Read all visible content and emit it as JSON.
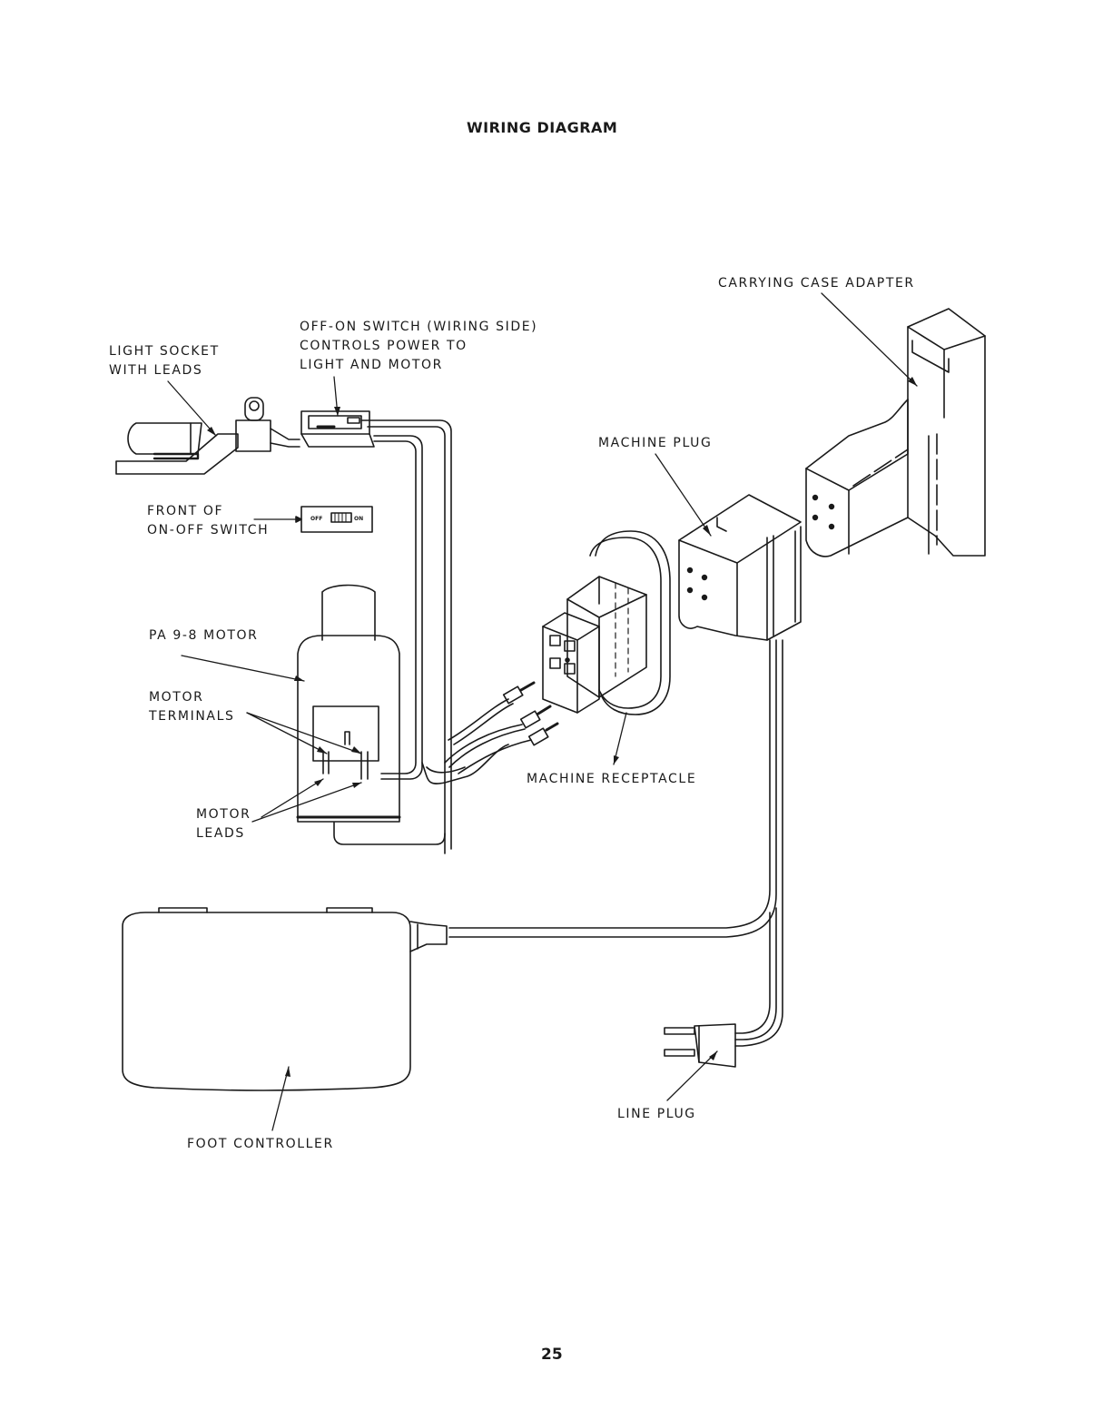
{
  "title": "WIRING DIAGRAM",
  "page_number": "25",
  "switch_face": {
    "off": "OFF",
    "on": "ON"
  },
  "labels": {
    "carrying_case_adapter": "CARRYING CASE ADAPTER",
    "off_on_switch": "OFF-ON SWITCH (WIRING SIDE)\nCONTROLS POWER TO\nLIGHT AND MOTOR",
    "light_socket": "LIGHT SOCKET\nWITH LEADS",
    "machine_plug": "MACHINE PLUG",
    "front_of_switch": "FRONT OF\nON-OFF SWITCH",
    "motor": "PA 9-8 MOTOR",
    "motor_terminals": "MOTOR\nTERMINALS",
    "machine_receptacle": "MACHINE RECEPTACLE",
    "motor_leads": "MOTOR\nLEADS",
    "line_plug": "LINE PLUG",
    "foot_controller": "FOOT CONTROLLER"
  }
}
